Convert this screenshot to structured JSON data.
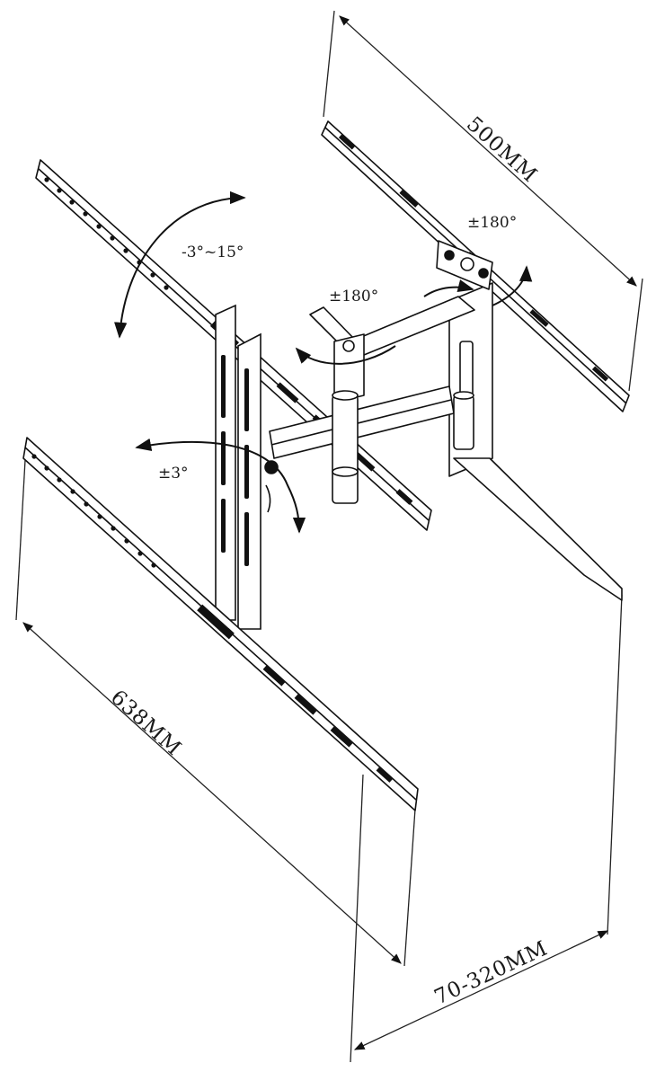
{
  "drawing": {
    "labels": {
      "width_top": "500MM",
      "width_bottom": "638MM",
      "depth": "70-320MM",
      "tilt": "-3°~15°",
      "swivel_arm": "±180°",
      "swivel_plate": "±180°",
      "level": "±3°"
    }
  }
}
